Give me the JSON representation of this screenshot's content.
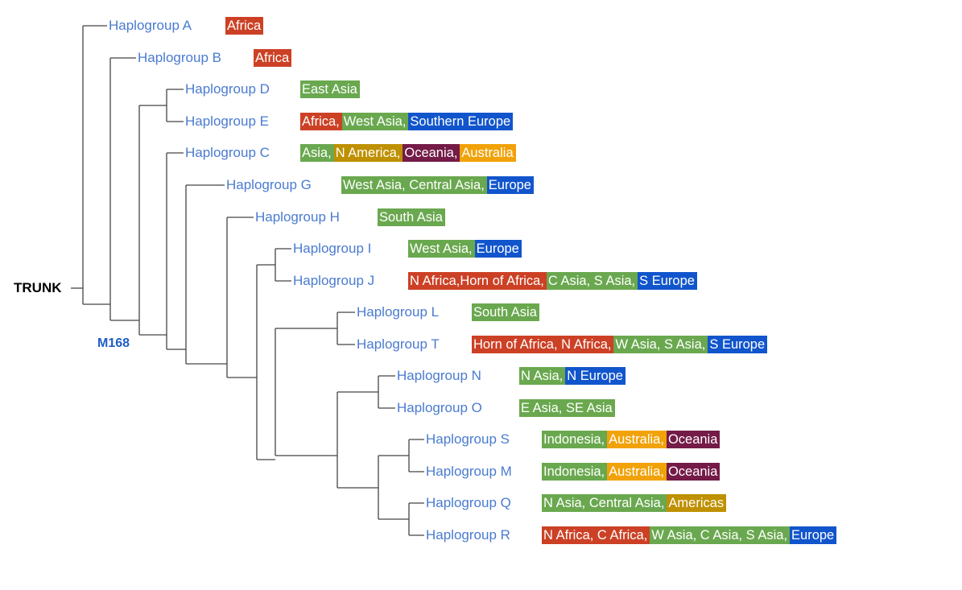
{
  "colors": {
    "africa": "#cc4125",
    "asia": "#6aa84f",
    "europe": "#1155cc",
    "america": "#bf9000",
    "oceania": "#741b47",
    "australia": "#f1a208",
    "label": "#4a7bd0",
    "line": "#444444"
  },
  "root_label": "TRUNK",
  "node_label": "M168",
  "haplogroups": [
    {
      "id": "A",
      "label": "Haplogroup A",
      "regions": [
        {
          "text": "Africa",
          "color": "africa"
        }
      ]
    },
    {
      "id": "B",
      "label": "Haplogroup B",
      "regions": [
        {
          "text": "Africa",
          "color": "africa"
        }
      ]
    },
    {
      "id": "D",
      "label": "Haplogroup D",
      "regions": [
        {
          "text": "East Asia",
          "color": "asia"
        }
      ]
    },
    {
      "id": "E",
      "label": "Haplogroup E",
      "regions": [
        {
          "text": "Africa,",
          "color": "africa"
        },
        {
          "text": "West Asia,",
          "color": "asia"
        },
        {
          "text": "Southern Europe",
          "color": "europe"
        }
      ]
    },
    {
      "id": "C",
      "label": "Haplogroup C",
      "regions": [
        {
          "text": "Asia,",
          "color": "asia"
        },
        {
          "text": "N America,",
          "color": "america"
        },
        {
          "text": "Oceania,",
          "color": "oceania"
        },
        {
          "text": "Australia",
          "color": "australia"
        }
      ]
    },
    {
      "id": "G",
      "label": "Haplogroup G",
      "regions": [
        {
          "text": "West Asia, Central Asia,",
          "color": "asia"
        },
        {
          "text": "Europe",
          "color": "europe"
        }
      ]
    },
    {
      "id": "H",
      "label": "Haplogroup H",
      "regions": [
        {
          "text": "South Asia",
          "color": "asia"
        }
      ]
    },
    {
      "id": "I",
      "label": "Haplogroup I",
      "regions": [
        {
          "text": "West Asia,",
          "color": "asia"
        },
        {
          "text": "Europe",
          "color": "europe"
        }
      ]
    },
    {
      "id": "J",
      "label": "Haplogroup J",
      "regions": [
        {
          "text": "N Africa,Horn of Africa,",
          "color": "africa"
        },
        {
          "text": "C Asia, S Asia,",
          "color": "asia"
        },
        {
          "text": "S Europe",
          "color": "europe"
        }
      ]
    },
    {
      "id": "L",
      "label": "Haplogroup L",
      "regions": [
        {
          "text": "South Asia",
          "color": "asia"
        }
      ]
    },
    {
      "id": "T",
      "label": "Haplogroup T",
      "regions": [
        {
          "text": "Horn of Africa, N Africa,",
          "color": "africa"
        },
        {
          "text": "W Asia, S Asia,",
          "color": "asia"
        },
        {
          "text": "S Europe",
          "color": "europe"
        }
      ]
    },
    {
      "id": "N",
      "label": "Haplogroup N",
      "regions": [
        {
          "text": "N Asia,",
          "color": "asia"
        },
        {
          "text": "N Europe",
          "color": "europe"
        }
      ]
    },
    {
      "id": "O",
      "label": "Haplogroup O",
      "regions": [
        {
          "text": "E Asia, SE Asia",
          "color": "asia"
        }
      ]
    },
    {
      "id": "S",
      "label": "Haplogroup S",
      "regions": [
        {
          "text": "Indonesia,",
          "color": "asia"
        },
        {
          "text": "Australia,",
          "color": "australia"
        },
        {
          "text": "Oceania",
          "color": "oceania"
        }
      ]
    },
    {
      "id": "M",
      "label": "Haplogroup M",
      "regions": [
        {
          "text": "Indonesia,",
          "color": "asia"
        },
        {
          "text": "Australia,",
          "color": "australia"
        },
        {
          "text": "Oceania",
          "color": "oceania"
        }
      ]
    },
    {
      "id": "Q",
      "label": "Haplogroup Q",
      "regions": [
        {
          "text": "N Asia, Central Asia,",
          "color": "asia"
        },
        {
          "text": "Americas",
          "color": "america"
        }
      ]
    },
    {
      "id": "R",
      "label": "Haplogroup R",
      "regions": [
        {
          "text": "N Africa, C Africa,",
          "color": "africa"
        },
        {
          "text": "W Asia, C Asia, S Asia,",
          "color": "asia"
        },
        {
          "text": "Europe",
          "color": "europe"
        }
      ]
    }
  ]
}
